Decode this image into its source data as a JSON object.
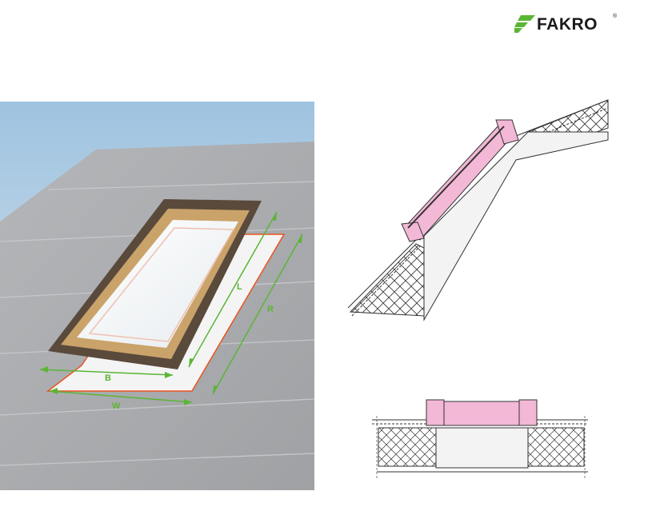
{
  "brand": {
    "name": "FAKRO",
    "registered_mark": "®",
    "accent_color": "#5bb535"
  },
  "photo": {
    "dimension_labels": {
      "L": "L",
      "R": "R",
      "B": "B",
      "W": "W"
    },
    "dimension_line_color": "#5bb535",
    "flashing_outline_color": "#e8541f",
    "roof_color": "#a8aaad"
  },
  "cross_sections": {
    "frame_highlight_color": "#f2b8d6",
    "insulation_pattern": "x-hatch"
  }
}
